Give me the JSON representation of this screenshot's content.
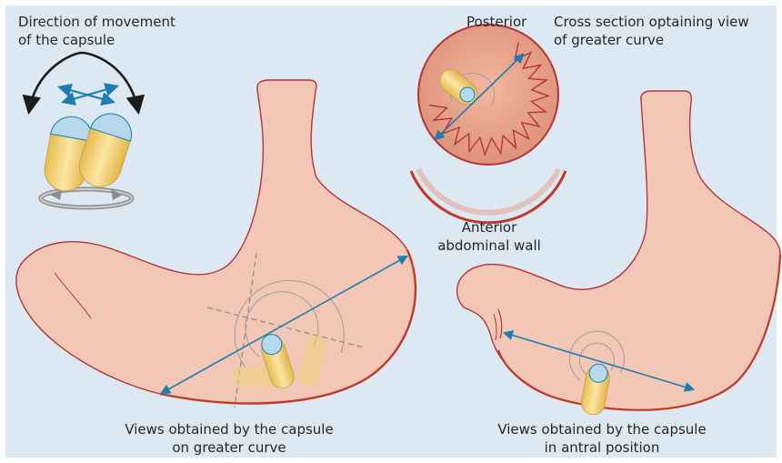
{
  "labels": {
    "movement_line1": "Direction of movement",
    "movement_line2": "of the capsule",
    "posterior": "Posterior",
    "cross_section_line1": "Cross section optaining view",
    "cross_section_line2": "of greater curve",
    "anterior_line1": "Anterior",
    "anterior_line2": "abdominal wall",
    "greater_curve_line1": "Views obtained by the capsule",
    "greater_curve_line2": "on greater curve",
    "antral_line1": "Views obtained by the capsule",
    "antral_line2": "in antral position"
  },
  "colors": {
    "background": "#dce9f2",
    "stomach_fill": "#f3c7b6",
    "stomach_outline": "#b5333a",
    "greater_curve_wall": "#c0392b",
    "arrow": "#1a7fb0",
    "capsule_body": "#f1d27a",
    "capsule_dome": "#b6d8ec",
    "ring": "#9c9c9c"
  }
}
